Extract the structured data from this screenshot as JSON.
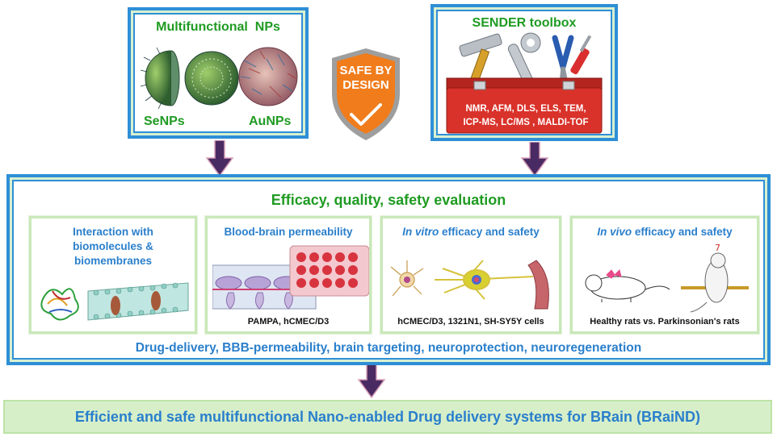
{
  "nps_box": {
    "title": "Multifunctional  NPs",
    "label_se": "SeNPs",
    "label_au": "AuNPs"
  },
  "badge": {
    "line1": "SAFE BY",
    "line2": "DESIGN"
  },
  "toolbox": {
    "title": "SENDER toolbox",
    "line1": "NMR, AFM, DLS, ELS, TEM,",
    "line2": "ICP-MS, LC/MS , MALDI-TOF"
  },
  "evaluation": {
    "title": "Efficacy, quality, safety evaluation",
    "panels": [
      {
        "title_lines": [
          "Interaction with",
          "biomolecules &",
          "biomembranes"
        ],
        "caption": ""
      },
      {
        "title": "Blood-brain permeability",
        "caption": "PAMPA,  hCMEC/D3"
      },
      {
        "title_italic": "In vitro",
        "title_rest": " efficacy and safety",
        "caption": "hCMEC/D3,  1321N1, SH-SY5Y cells"
      },
      {
        "title_italic": "In vivo",
        "title_rest": " efficacy and safety",
        "caption": "Healthy rats vs.  Parkinsonian's  rats"
      }
    ],
    "footer": "Drug-delivery, BBB-permeability, brain targeting, neuroprotection, neuroregeneration"
  },
  "result": {
    "text": "Efficient and safe multifunctional Nano-enabled Drug delivery systems for BRain (BRaiND)"
  },
  "colors": {
    "frame_blue": "#2e8fd6",
    "title_green": "#1f9b22",
    "text_blue": "#2a7fcc",
    "arrow": "#4a2a63",
    "badge_orange": "#f07c1c",
    "toolbox_red": "#d9322a"
  }
}
